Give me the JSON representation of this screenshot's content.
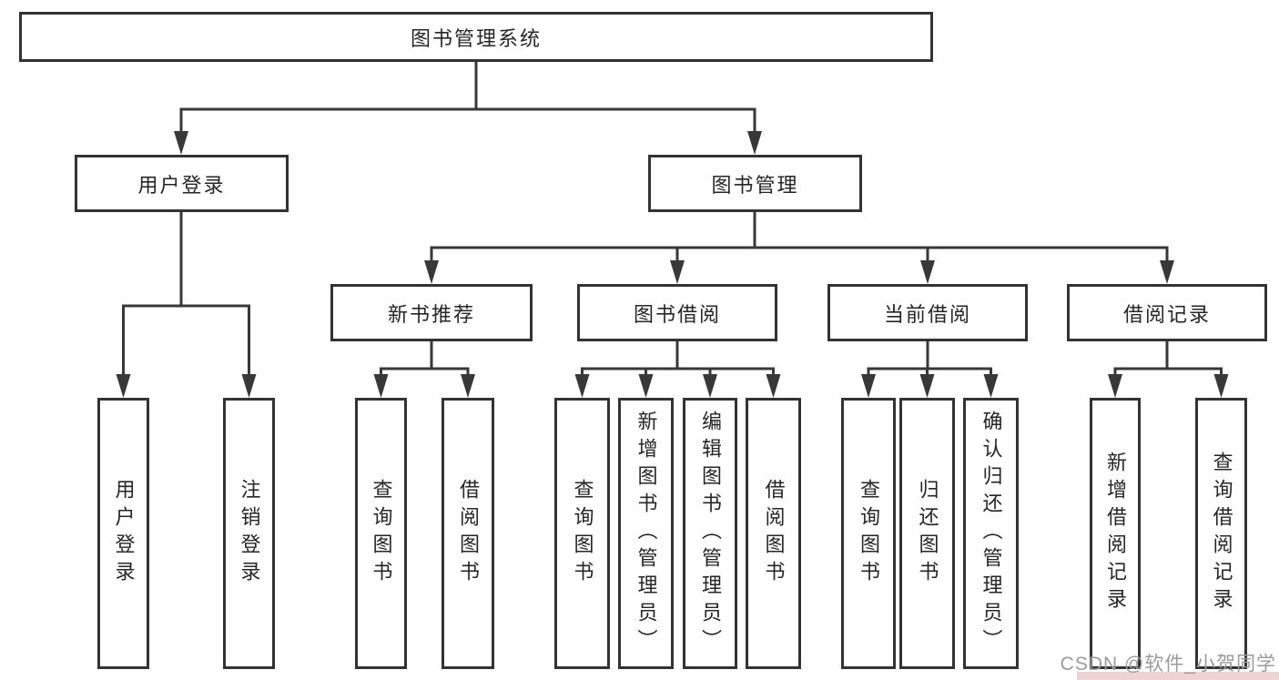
{
  "colors": {
    "line": "#383838",
    "border": "#333333",
    "text": "#262626",
    "watermark": "#9b9b9b",
    "watermark_accent": "#eec7c7"
  },
  "diagram": {
    "root": {
      "label": "图书管理系统",
      "children": [
        {
          "label": "用户登录",
          "children": [
            {
              "label": "用户登录"
            },
            {
              "label": "注销登录"
            }
          ]
        },
        {
          "label": "图书管理",
          "children": [
            {
              "label": "新书推荐",
              "children": [
                {
                  "label": "查询图书"
                },
                {
                  "label": "借阅图书"
                }
              ]
            },
            {
              "label": "图书借阅",
              "children": [
                {
                  "label": "查询图书"
                },
                {
                  "label": "新增图书（管理员）"
                },
                {
                  "label": "编辑图书（管理员）"
                },
                {
                  "label": "借阅图书"
                }
              ]
            },
            {
              "label": "当前借阅",
              "children": [
                {
                  "label": "查询图书"
                },
                {
                  "label": "归还图书"
                },
                {
                  "label": "确认归还（管理员）"
                }
              ]
            },
            {
              "label": "借阅记录",
              "children": [
                {
                  "label": "新增借阅记录"
                },
                {
                  "label": "查询借阅记录"
                }
              ]
            }
          ]
        }
      ]
    }
  },
  "watermark": {
    "text": "CSDN @软件_小贺同学"
  }
}
